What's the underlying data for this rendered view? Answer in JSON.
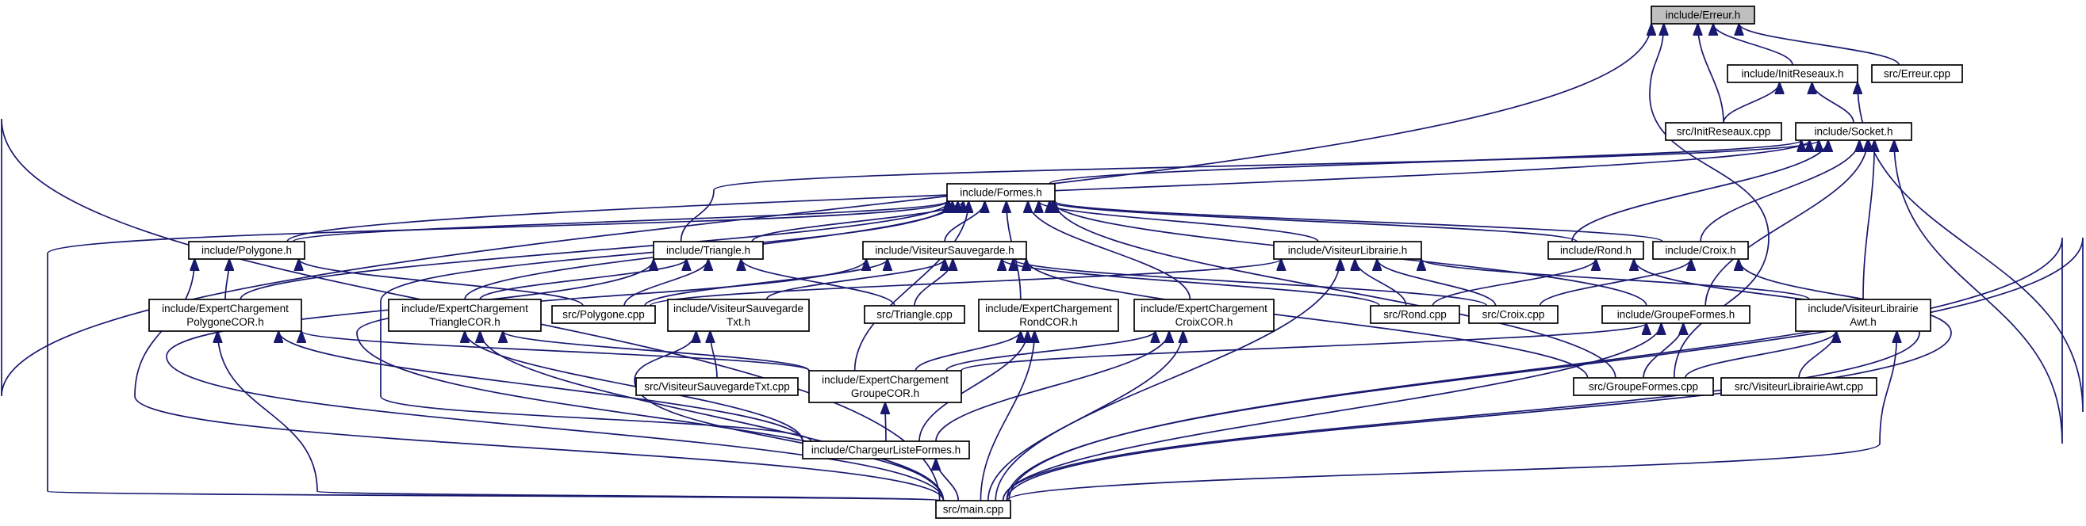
{
  "graph": {
    "nodes": [
      {
        "id": "erreur_h",
        "lines": [
          "include/Erreur.h"
        ],
        "root": true
      },
      {
        "id": "initreseaux_h",
        "lines": [
          "include/InitReseaux.h"
        ]
      },
      {
        "id": "erreur_cpp",
        "lines": [
          "src/Erreur.cpp"
        ]
      },
      {
        "id": "initreseaux_cpp",
        "lines": [
          "src/InitReseaux.cpp"
        ]
      },
      {
        "id": "socket_h",
        "lines": [
          "include/Socket.h"
        ]
      },
      {
        "id": "formes_h",
        "lines": [
          "include/Formes.h"
        ]
      },
      {
        "id": "polygone_h",
        "lines": [
          "include/Polygone.h"
        ]
      },
      {
        "id": "triangle_h",
        "lines": [
          "include/Triangle.h"
        ]
      },
      {
        "id": "visiteursauvegarde_h",
        "lines": [
          "include/VisiteurSauvegarde.h"
        ]
      },
      {
        "id": "visiteurlibrairie_h",
        "lines": [
          "include/VisiteurLibrairie.h"
        ]
      },
      {
        "id": "rond_h",
        "lines": [
          "include/Rond.h"
        ]
      },
      {
        "id": "croix_h",
        "lines": [
          "include/Croix.h"
        ]
      },
      {
        "id": "ecpolygone_h",
        "lines": [
          "include/ExpertChargement",
          "PolygoneCOR.h"
        ]
      },
      {
        "id": "ectriangle_h",
        "lines": [
          "include/ExpertChargement",
          "TriangleCOR.h"
        ]
      },
      {
        "id": "polygone_cpp",
        "lines": [
          "src/Polygone.cpp"
        ]
      },
      {
        "id": "vstxt_h",
        "lines": [
          "include/VisiteurSauvegarde",
          "Txt.h"
        ]
      },
      {
        "id": "triangle_cpp",
        "lines": [
          "src/Triangle.cpp"
        ]
      },
      {
        "id": "ecrond_h",
        "lines": [
          "include/ExpertChargement",
          "RondCOR.h"
        ]
      },
      {
        "id": "eccroix_h",
        "lines": [
          "include/ExpertChargement",
          "CroixCOR.h"
        ]
      },
      {
        "id": "rond_cpp",
        "lines": [
          "src/Rond.cpp"
        ]
      },
      {
        "id": "croix_cpp",
        "lines": [
          "src/Croix.cpp"
        ]
      },
      {
        "id": "groupeformes_h",
        "lines": [
          "include/GroupeFormes.h"
        ]
      },
      {
        "id": "vlawt_h",
        "lines": [
          "include/VisiteurLibrairie",
          "Awt.h"
        ]
      },
      {
        "id": "vstxt_cpp",
        "lines": [
          "src/VisiteurSauvegardeTxt.cpp"
        ]
      },
      {
        "id": "ecgroupe_h",
        "lines": [
          "include/ExpertChargement",
          "GroupeCOR.h"
        ]
      },
      {
        "id": "groupeformes_cpp",
        "lines": [
          "src/GroupeFormes.cpp"
        ]
      },
      {
        "id": "vlawt_cpp",
        "lines": [
          "src/VisiteurLibrairieAwt.cpp"
        ]
      },
      {
        "id": "chargeur_h",
        "lines": [
          "include/ChargeurListeFormes.h"
        ]
      },
      {
        "id": "main_cpp",
        "lines": [
          "src/main.cpp"
        ]
      }
    ],
    "edges": [
      {
        "from": "initreseaux_h",
        "to": "erreur_h"
      },
      {
        "from": "erreur_cpp",
        "to": "erreur_h"
      },
      {
        "from": "initreseaux_cpp",
        "to": "erreur_h"
      },
      {
        "from": "groupeformes_cpp",
        "to": "erreur_h"
      },
      {
        "from": "main_cpp",
        "to": "erreur_h"
      },
      {
        "from": "initreseaux_cpp",
        "to": "initreseaux_h"
      },
      {
        "from": "socket_h",
        "to": "initreseaux_h"
      },
      {
        "from": "main_cpp",
        "to": "initreseaux_h"
      },
      {
        "from": "formes_h",
        "to": "socket_h"
      },
      {
        "from": "polygone_h",
        "to": "socket_h"
      },
      {
        "from": "triangle_h",
        "to": "socket_h"
      },
      {
        "from": "rond_h",
        "to": "socket_h"
      },
      {
        "from": "croix_h",
        "to": "socket_h"
      },
      {
        "from": "groupeformes_h",
        "to": "socket_h"
      },
      {
        "from": "vlawt_h",
        "to": "socket_h"
      },
      {
        "from": "main_cpp",
        "to": "socket_h"
      },
      {
        "from": "polygone_h",
        "to": "formes_h"
      },
      {
        "from": "triangle_h",
        "to": "formes_h"
      },
      {
        "from": "visiteursauvegarde_h",
        "to": "formes_h"
      },
      {
        "from": "visiteurlibrairie_h",
        "to": "formes_h"
      },
      {
        "from": "rond_h",
        "to": "formes_h"
      },
      {
        "from": "croix_h",
        "to": "formes_h"
      },
      {
        "from": "groupeformes_h",
        "to": "formes_h"
      },
      {
        "from": "groupeformes_cpp",
        "to": "formes_h"
      },
      {
        "from": "ecpolygone_h",
        "to": "formes_h"
      },
      {
        "from": "ectriangle_h",
        "to": "formes_h"
      },
      {
        "from": "ecrond_h",
        "to": "formes_h"
      },
      {
        "from": "eccroix_h",
        "to": "formes_h"
      },
      {
        "from": "ecgroupe_h",
        "to": "formes_h"
      },
      {
        "from": "chargeur_h",
        "to": "formes_h"
      },
      {
        "from": "main_cpp",
        "to": "formes_h"
      },
      {
        "from": "ecpolygone_h",
        "to": "polygone_h"
      },
      {
        "from": "polygone_cpp",
        "to": "polygone_h"
      },
      {
        "from": "main_cpp",
        "to": "polygone_h"
      },
      {
        "from": "ectriangle_h",
        "to": "triangle_h"
      },
      {
        "from": "polygone_cpp",
        "to": "triangle_h"
      },
      {
        "from": "triangle_cpp",
        "to": "triangle_h"
      },
      {
        "from": "main_cpp",
        "to": "triangle_h"
      },
      {
        "from": "vstxt_h",
        "to": "visiteursauvegarde_h"
      },
      {
        "from": "polygone_cpp",
        "to": "visiteursauvegarde_h"
      },
      {
        "from": "triangle_cpp",
        "to": "visiteursauvegarde_h"
      },
      {
        "from": "rond_cpp",
        "to": "visiteursauvegarde_h"
      },
      {
        "from": "croix_cpp",
        "to": "visiteursauvegarde_h"
      },
      {
        "from": "groupeformes_cpp",
        "to": "visiteursauvegarde_h"
      },
      {
        "from": "main_cpp",
        "to": "visiteursauvegarde_h"
      },
      {
        "from": "polygone_cpp",
        "to": "visiteurlibrairie_h"
      },
      {
        "from": "rond_cpp",
        "to": "visiteurlibrairie_h"
      },
      {
        "from": "croix_cpp",
        "to": "visiteurlibrairie_h"
      },
      {
        "from": "vlawt_h",
        "to": "visiteurlibrairie_h"
      },
      {
        "from": "main_cpp",
        "to": "visiteurlibrairie_h"
      },
      {
        "from": "rond_cpp",
        "to": "rond_h"
      },
      {
        "from": "main_cpp",
        "to": "rond_h"
      },
      {
        "from": "croix_cpp",
        "to": "croix_h"
      },
      {
        "from": "main_cpp",
        "to": "croix_h"
      },
      {
        "from": "ecgroupe_h",
        "to": "ecpolygone_h"
      },
      {
        "from": "chargeur_h",
        "to": "ecpolygone_h"
      },
      {
        "from": "main_cpp",
        "to": "ecpolygone_h"
      },
      {
        "from": "ecgroupe_h",
        "to": "ectriangle_h"
      },
      {
        "from": "chargeur_h",
        "to": "ectriangle_h"
      },
      {
        "from": "main_cpp",
        "to": "ectriangle_h"
      },
      {
        "from": "vstxt_cpp",
        "to": "vstxt_h"
      },
      {
        "from": "main_cpp",
        "to": "vstxt_h"
      },
      {
        "from": "ecgroupe_h",
        "to": "ecrond_h"
      },
      {
        "from": "chargeur_h",
        "to": "ecrond_h"
      },
      {
        "from": "main_cpp",
        "to": "ecrond_h"
      },
      {
        "from": "ecgroupe_h",
        "to": "eccroix_h"
      },
      {
        "from": "chargeur_h",
        "to": "eccroix_h"
      },
      {
        "from": "main_cpp",
        "to": "eccroix_h"
      },
      {
        "from": "ecgroupe_h",
        "to": "groupeformes_h"
      },
      {
        "from": "groupeformes_cpp",
        "to": "groupeformes_h"
      },
      {
        "from": "main_cpp",
        "to": "groupeformes_h"
      },
      {
        "from": "groupeformes_cpp",
        "to": "vlawt_h"
      },
      {
        "from": "vlawt_cpp",
        "to": "vlawt_h"
      },
      {
        "from": "main_cpp",
        "to": "vlawt_h"
      },
      {
        "from": "chargeur_h",
        "to": "ecgroupe_h"
      },
      {
        "from": "main_cpp",
        "to": "chargeur_h"
      }
    ]
  },
  "colors": {
    "edge": "#191970",
    "root_fill": "#bfbfbf",
    "node_fill": "#ffffff",
    "node_border": "#000000"
  }
}
